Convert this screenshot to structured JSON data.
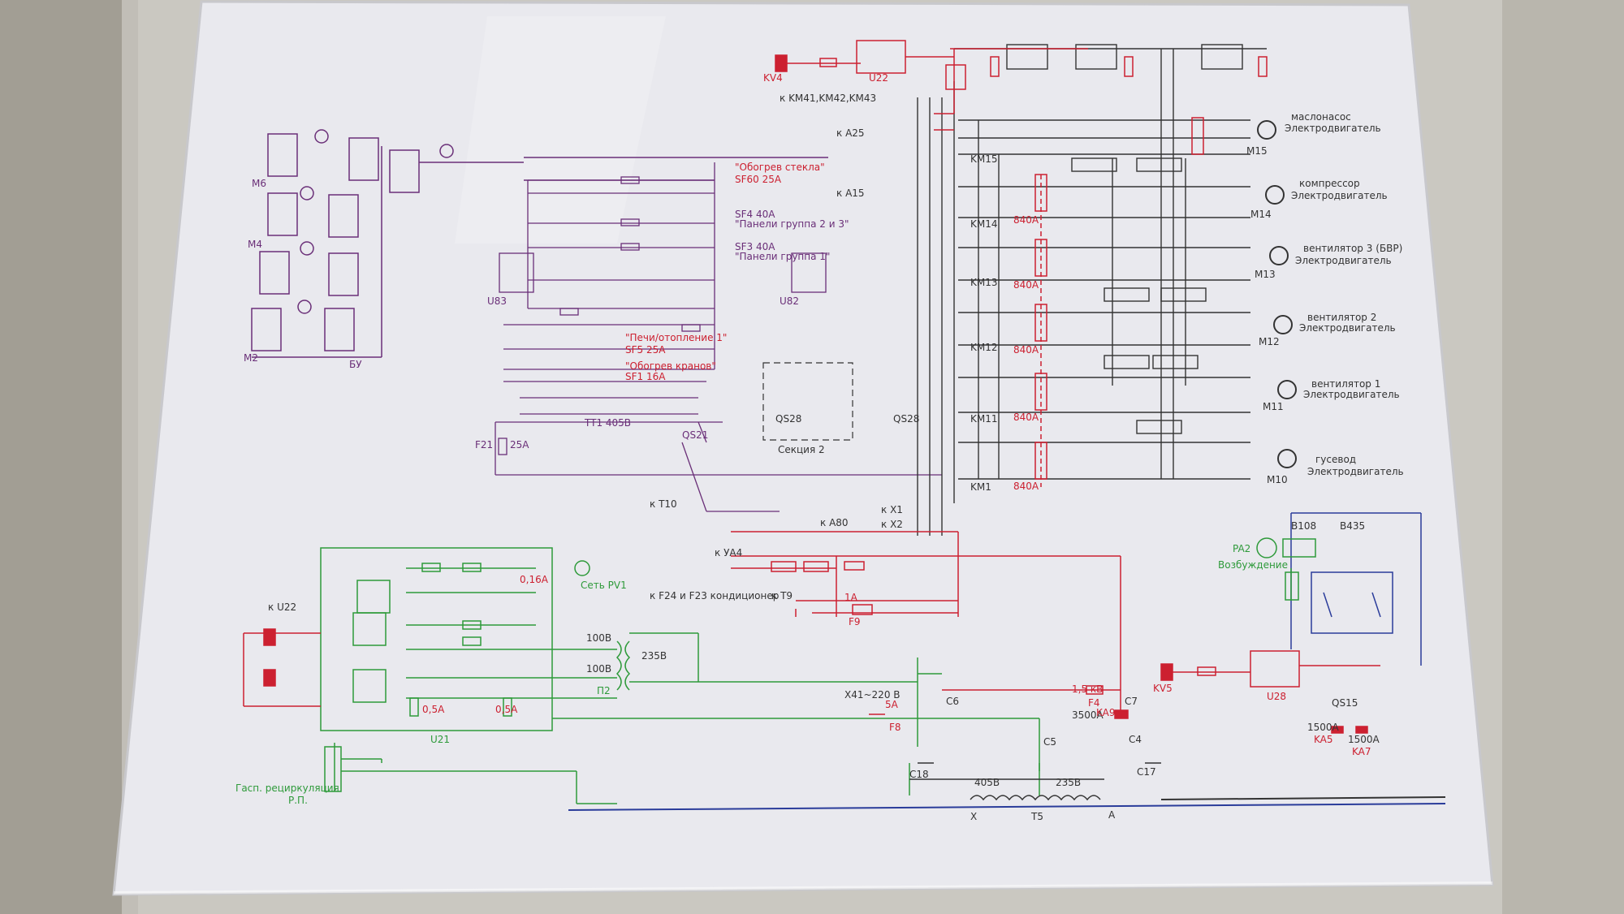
{
  "colors": {
    "wall": "#b9b6ad",
    "sheet": "#e9e9ee",
    "purple": "#6a2f78",
    "red": "#cc2030",
    "green": "#2e9a3a",
    "blue": "#2a3c9a",
    "black": "#333333"
  },
  "motors": [
    {
      "id": "M10",
      "name": "Электродвигатель",
      "sub": "гусевод"
    },
    {
      "id": "M11",
      "name": "Электродвигатель",
      "sub": "вентилятор 1"
    },
    {
      "id": "M12",
      "name": "Электродвигатель",
      "sub": "вентилятор 2"
    },
    {
      "id": "M13",
      "name": "Электродвигатель",
      "sub": "вентилятор 3 (БВР)"
    },
    {
      "id": "M14",
      "name": "Электродвигатель",
      "sub": "компрессор"
    },
    {
      "id": "M15",
      "name": "Электродвигатель",
      "sub": "маслонасос"
    }
  ],
  "contactors": [
    "KM1",
    "KM11",
    "KM12",
    "KM13",
    "KM14",
    "KM15"
  ],
  "fuses_right": [
    "840A",
    "840A",
    "840A",
    "840A",
    "840A"
  ],
  "heating": [
    {
      "label": "\"Обогрев стекла\"",
      "rating": "SF60 25A"
    },
    {
      "label": "\"Печи/отопление 1\"",
      "rating": "SF5 25A"
    },
    {
      "label": "\"Обогрев кранов\"",
      "rating": "SF1 16A"
    },
    {
      "label": "\"Панели группа 2 и 3\"",
      "rating": "SF4 40A"
    },
    {
      "label": "\"Панели группа 1\"",
      "rating": "SF3 40A"
    }
  ],
  "labels": {
    "t5": "T5",
    "t11": "TT1  405B",
    "f21": "25A",
    "f21_id": "F21",
    "section2": "Секция 2",
    "qs28": "QS28",
    "qs21": "QS21",
    "to_t10": "к T10",
    "to_x1": "к X1",
    "to_x2": "к X2",
    "to_a80": "к A80",
    "to_ya4": "к УА4",
    "to_t9": "к T9",
    "to_a25": "к A25",
    "to_a15": "к A15",
    "to_km": "к KM41,KM42,KM43",
    "conditioner": "к F24 и F23 кондиционер",
    "f9": "1A",
    "f9_id": "F9",
    "f8": "5A",
    "f8_id": "F8",
    "ka9": "3500A",
    "ka9_id": "KA9",
    "f4": "1,5 кВ",
    "f4_id": "F4",
    "x41": "X41~220 B",
    "kv4": "KV4",
    "kv5": "KV5",
    "u22": "U22",
    "u28": "U28",
    "u21": "U21",
    "u82": "U82",
    "u83": "U83",
    "pa2": "PA2",
    "vozb": "Возбуждение",
    "ka5": "1500A",
    "ka5_id": "KA5",
    "ka7": "1500A",
    "ka7_id": "KA7",
    "qs15": "QS15",
    "b435": "B435",
    "b108": "B108",
    "rp": "Р.П.",
    "recirc": "Гасп. рециркуляция",
    "to_u22": "к U22",
    "v235": "235B",
    "v100": "100B",
    "v100b": "100B",
    "v405": "405B",
    "v235b": "235B",
    "c4": "C4",
    "c7": "C7",
    "c5": "C5",
    "c6": "C6",
    "c17": "C17",
    "c18": "C18",
    "p2": "П2",
    "f1": "0,5A",
    "f2": "0,5A",
    "f3": "0,16A",
    "pvi": "Сеть РV1",
    "vert_a": "A",
    "vert_x": "X"
  }
}
